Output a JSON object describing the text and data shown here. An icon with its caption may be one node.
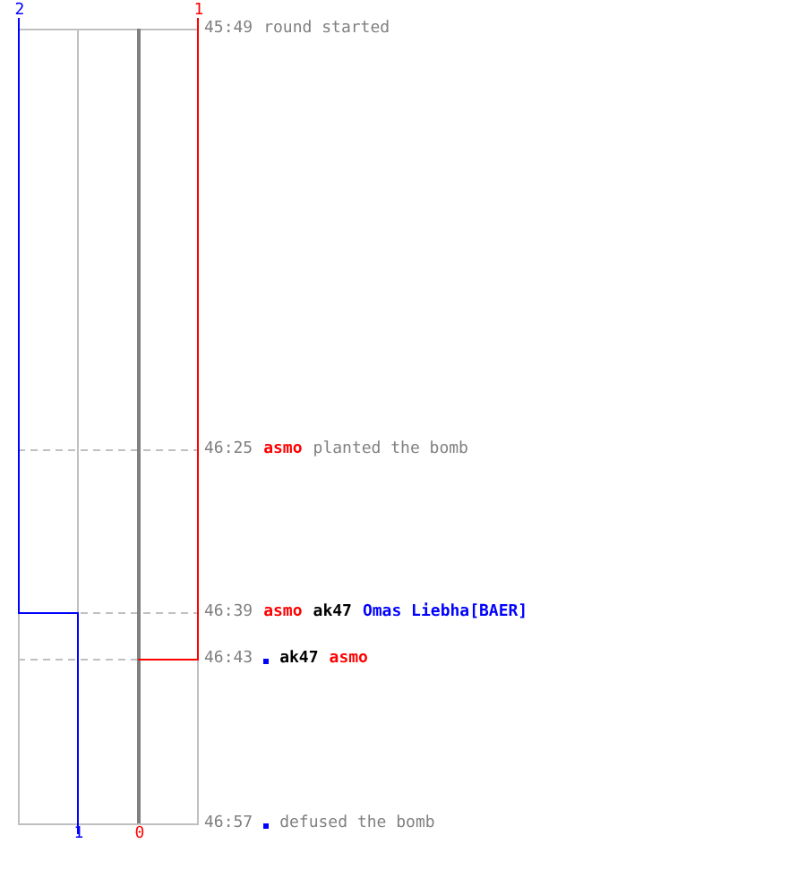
{
  "diagram": {
    "labels": [
      "2",
      "1",
      "45:49",
      "round started",
      "46:25",
      "asmo",
      "planted the bomb",
      "46:39",
      "asmo",
      "ak47",
      "Omas Liebha[BAER]",
      "46:43",
      "ak47",
      "asmo",
      "1",
      "0",
      "46:57",
      "defused the bomb"
    ]
  }
}
